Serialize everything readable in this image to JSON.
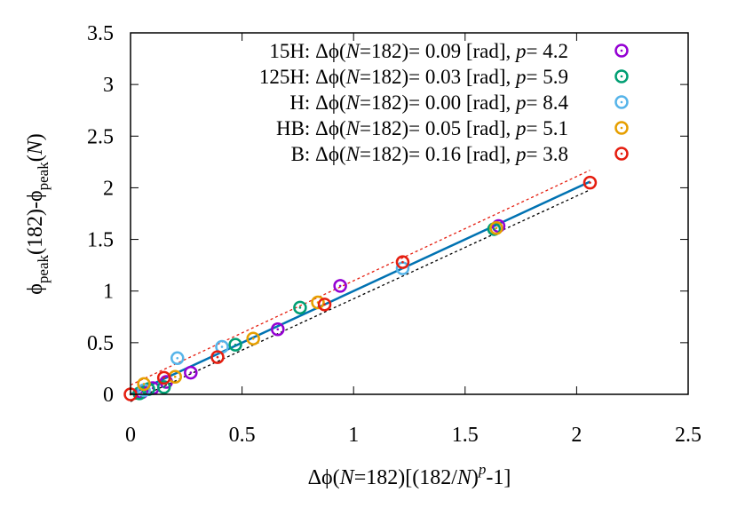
{
  "chart_data": {
    "type": "scatter",
    "xlabel": {
      "prefix": "Δϕ(",
      "n": "N",
      "mid": "=182)[(182/",
      "n2": "N",
      "close": ")",
      "sup": "p",
      "tail": "-1]"
    },
    "ylabel": {
      "phi1": "ϕ",
      "sub1": "peak",
      "mid": "(182)-ϕ",
      "sub2": "peak",
      "open": "(",
      "n": "N",
      "close": ")"
    },
    "xlim": [
      0,
      2.5
    ],
    "ylim": [
      0,
      3.5
    ],
    "xticks": [
      "0",
      "0.5",
      "1",
      "1.5",
      "2",
      "2.5"
    ],
    "yticks": [
      "0",
      "0.5",
      "1",
      "1.5",
      "2",
      "2.5",
      "3",
      "3.5"
    ],
    "legend_position": "top-right",
    "series": [
      {
        "name": "15H",
        "dphi": "0.09",
        "p": "4.2",
        "color": "#9400d3",
        "points": [
          [
            0.05,
            0.02
          ],
          [
            0.1,
            0.06
          ],
          [
            0.16,
            0.12
          ],
          [
            0.27,
            0.21
          ],
          [
            0.66,
            0.63
          ],
          [
            0.94,
            1.05
          ],
          [
            1.65,
            1.63
          ]
        ]
      },
      {
        "name": "125H",
        "dphi": "0.03",
        "p": "5.9",
        "color": "#009e73",
        "points": [
          [
            0.04,
            0.01
          ],
          [
            0.08,
            0.05
          ],
          [
            0.15,
            0.07
          ],
          [
            0.47,
            0.48
          ],
          [
            0.76,
            0.84
          ],
          [
            1.63,
            1.6
          ]
        ]
      },
      {
        "name": "H",
        "dphi": "0.00",
        "p": "8.4",
        "color": "#56b4e9",
        "points": [
          [
            0.06,
            0.04
          ],
          [
            0.21,
            0.35
          ],
          [
            0.41,
            0.46
          ],
          [
            1.22,
            1.22
          ]
        ]
      },
      {
        "name": "HB",
        "dphi": "0.05",
        "p": "5.1",
        "color": "#e69f00",
        "points": [
          [
            0.06,
            0.1
          ],
          [
            0.2,
            0.17
          ],
          [
            0.55,
            0.54
          ],
          [
            0.84,
            0.89
          ],
          [
            1.64,
            1.61
          ]
        ]
      },
      {
        "name": "B",
        "dphi": "0.16",
        "p": "3.8",
        "color": "#e51e10",
        "points": [
          [
            0.0,
            0.0
          ],
          [
            0.15,
            0.16
          ],
          [
            0.39,
            0.36
          ],
          [
            0.87,
            0.87
          ],
          [
            1.22,
            1.28
          ],
          [
            2.06,
            2.05
          ]
        ]
      }
    ],
    "lines": [
      {
        "kind": "fit",
        "color": "#0072b2",
        "style": "solid",
        "from": [
          0.0,
          0.0
        ],
        "to": [
          2.06,
          2.06
        ]
      },
      {
        "kind": "upper",
        "color": "#e51e10",
        "style": "dotted",
        "from": [
          0.0,
          0.09
        ],
        "to": [
          2.06,
          2.17
        ]
      },
      {
        "kind": "lower",
        "color": "#000000",
        "style": "dotted",
        "from": [
          0.0,
          -0.07
        ],
        "to": [
          2.06,
          1.98
        ]
      }
    ]
  }
}
